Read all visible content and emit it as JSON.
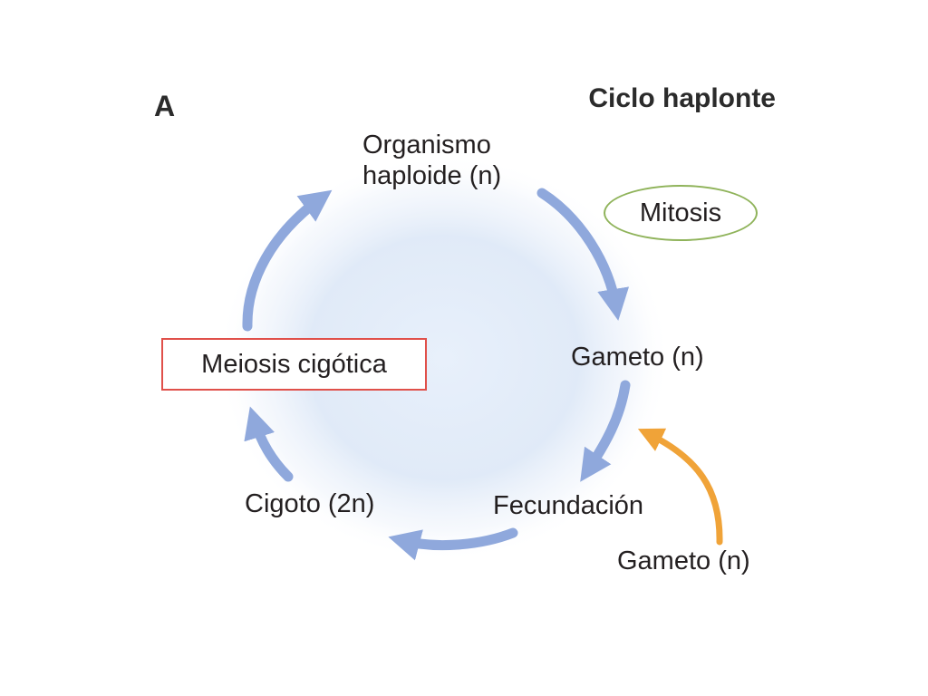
{
  "panel_letter": "A",
  "title": "Ciclo haplonte",
  "nodes": {
    "organism_line1": "Organismo",
    "organism_line2": "haploide (n)",
    "mitosis": "Mitosis",
    "gamete_top": "Gameto (n)",
    "meiosis": "Meiosis cigótica",
    "zygote": "Cigoto (2n)",
    "fertilization": "Fecundación",
    "gamete_bottom": "Gameto (n)"
  },
  "colors": {
    "cycle_arrow": "#8fa8dc",
    "external_arrow": "#f0a338",
    "mitosis_outline": "#8fb35a",
    "meiosis_outline": "#e0504a",
    "glow": "#dce8f8"
  }
}
